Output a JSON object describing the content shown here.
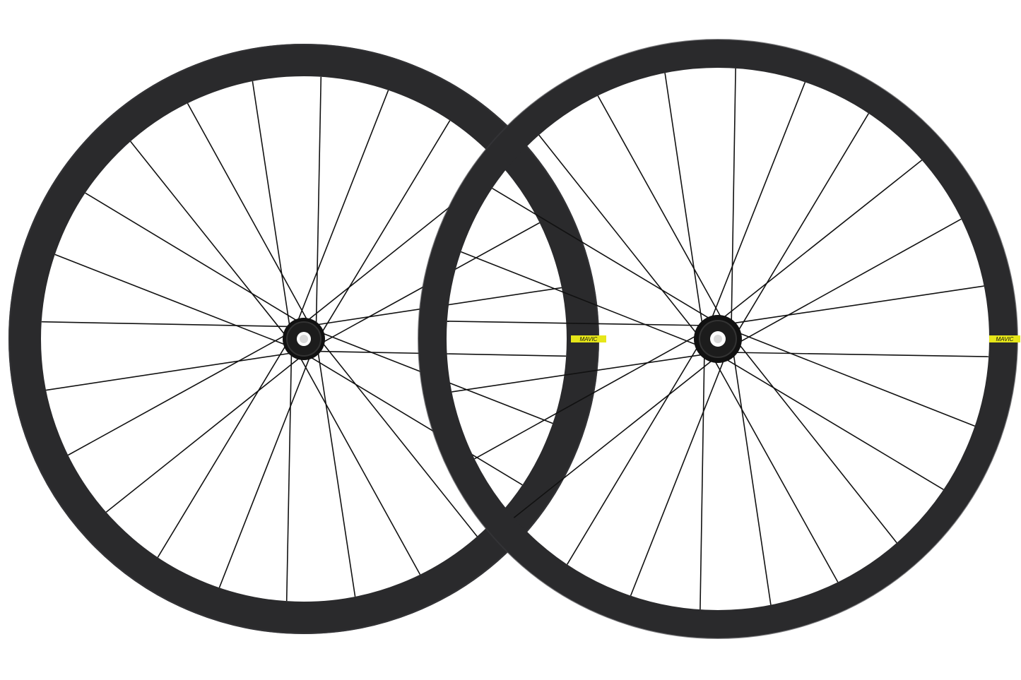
{
  "image": {
    "subject": "wheelset",
    "background_color": "#ffffff"
  },
  "wheels": [
    {
      "name": "front-wheel",
      "spoke_count": 24,
      "rim_color": "#2a2a2c",
      "hub_color": "#111111",
      "decal": null
    },
    {
      "name": "rear-wheel",
      "spoke_count": 24,
      "rim_color": "#2a2a2c",
      "hub_color": "#111111",
      "decal": {
        "text": "MAVIC",
        "color": "#e6e619"
      }
    }
  ],
  "colors": {
    "spoke": "#111111",
    "rim_highlight": "#3b3b3e",
    "decal_yellow": "#e6e619"
  }
}
